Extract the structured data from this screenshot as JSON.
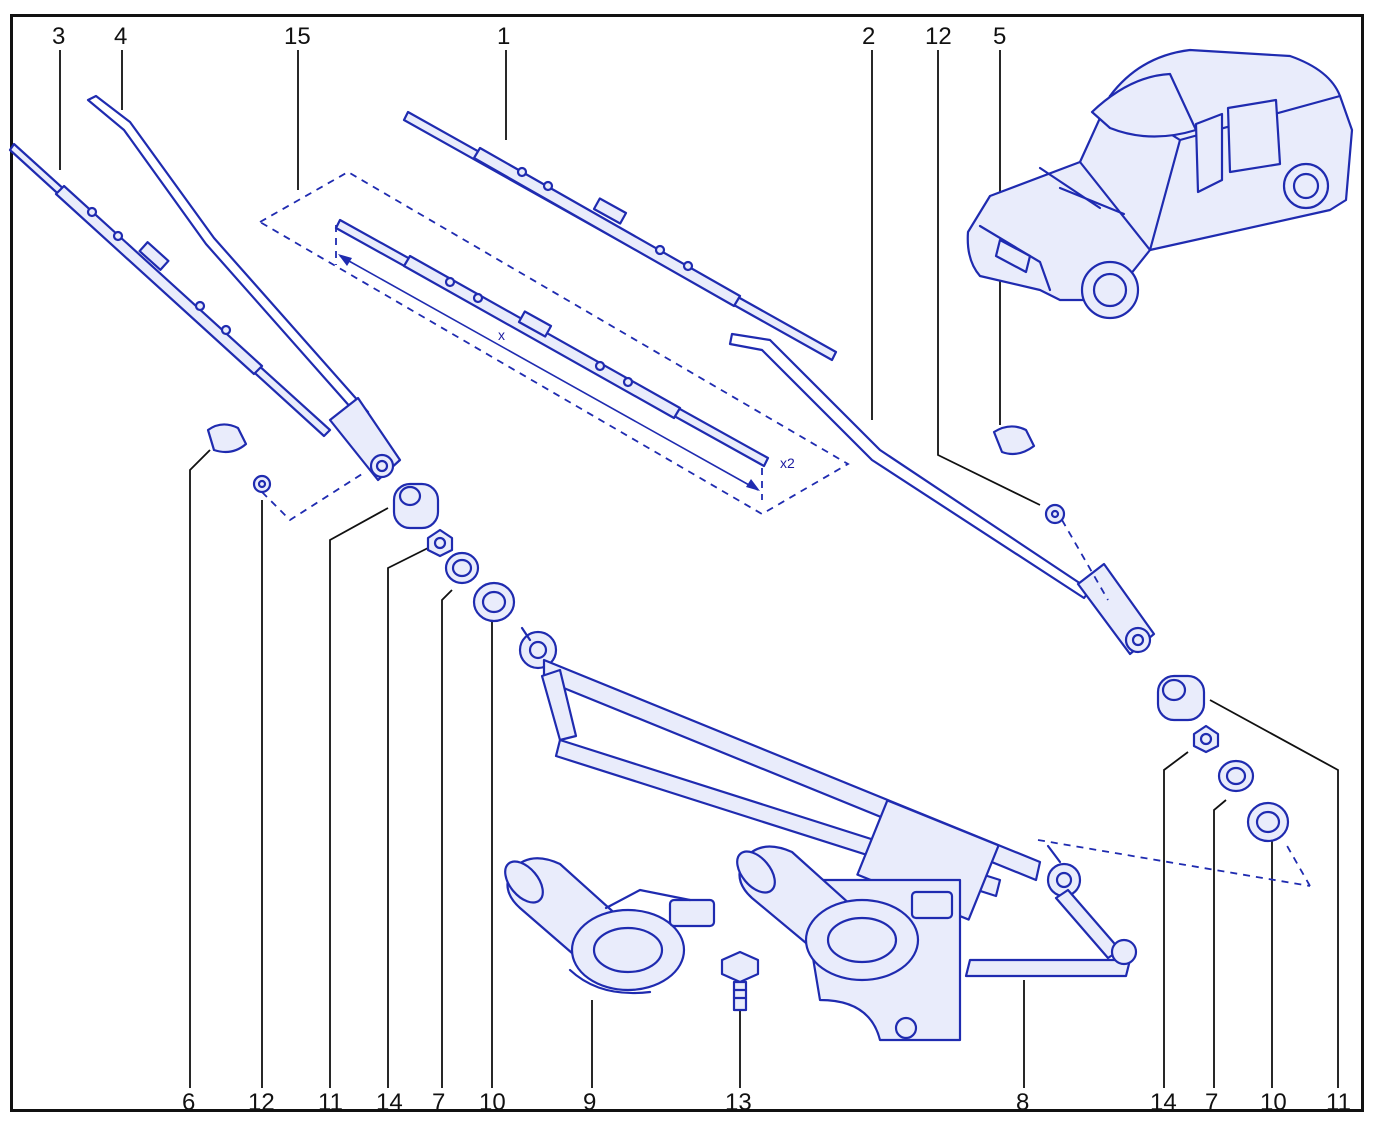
{
  "diagram": {
    "stroke_color": "#1f2bb0",
    "fill_color": "#e9ecfb",
    "labels": {
      "top": [
        "3",
        "4",
        "15",
        "1",
        "2",
        "12",
        "5"
      ],
      "bottom": [
        "6",
        "12",
        "11",
        "14",
        "7",
        "10",
        "9",
        "13",
        "8",
        "14",
        "7",
        "10",
        "11"
      ]
    },
    "annotations": {
      "dimension": "x",
      "quantity": "x2"
    }
  }
}
